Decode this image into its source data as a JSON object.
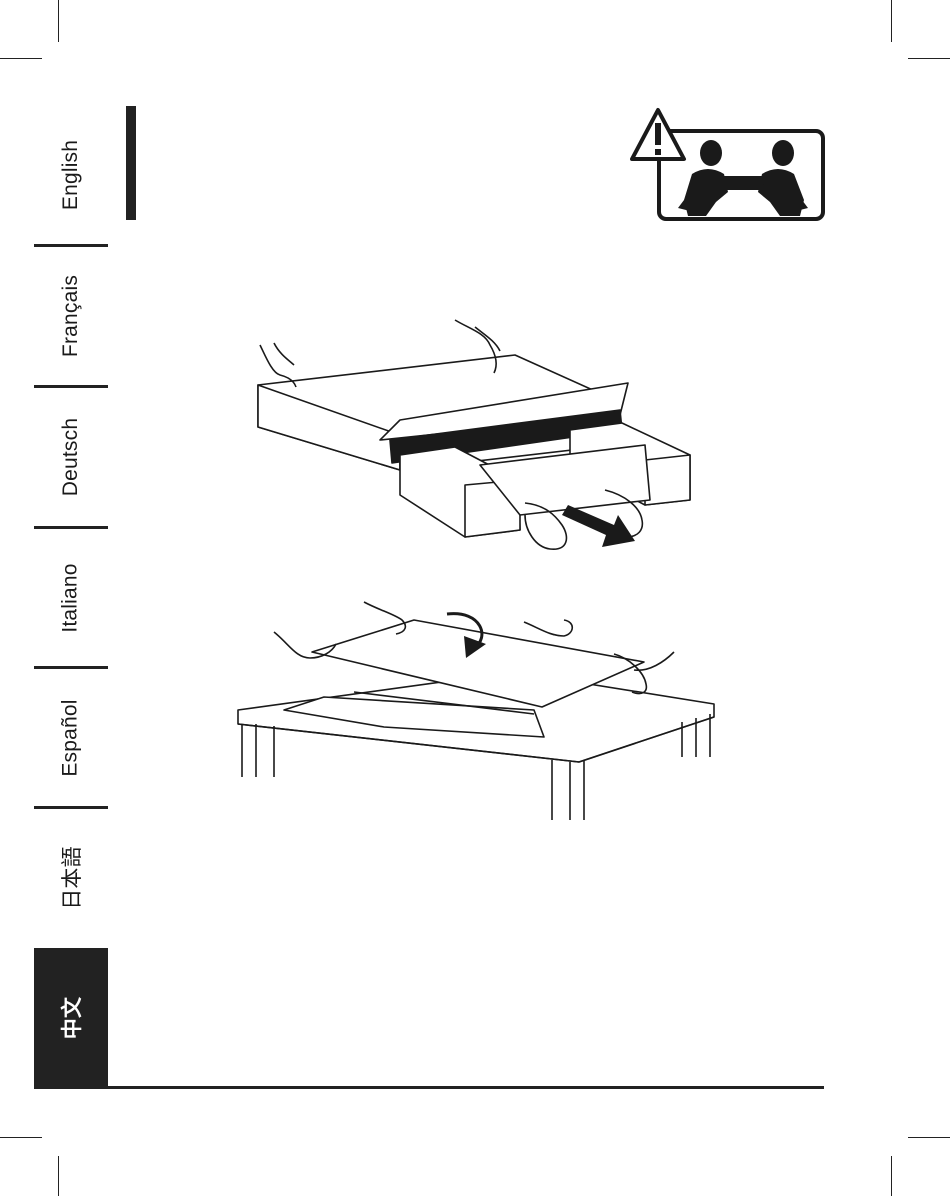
{
  "tabs": [
    {
      "key": "english",
      "label": "English",
      "active": false
    },
    {
      "key": "francais",
      "label": "Français",
      "active": false
    },
    {
      "key": "deutsch",
      "label": "Deutsch",
      "active": false
    },
    {
      "key": "italiano",
      "label": "Italiano",
      "active": false
    },
    {
      "key": "espanol",
      "label": "Español",
      "active": false
    },
    {
      "key": "japanese",
      "label": "日本語",
      "active": false
    },
    {
      "key": "chinese",
      "label": "中文",
      "active": true
    }
  ],
  "icons": {
    "warning": "two-person-lift-warning-icon",
    "step1": "remove-from-box-illustration",
    "step2": "place-on-table-illustration"
  },
  "colors": {
    "ink": "#1a1a1a",
    "active_tab_bg": "#222222",
    "paper": "#ffffff"
  }
}
